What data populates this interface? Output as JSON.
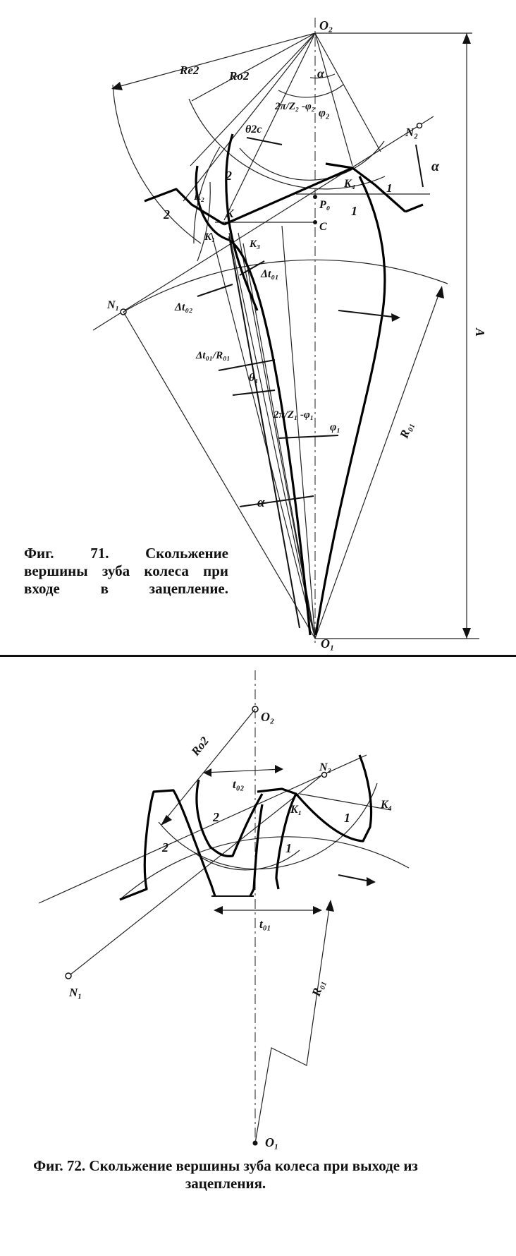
{
  "figure71": {
    "caption": "Фиг. 71. Скольжение вершины зуба колеса при входе в зацепление.",
    "labels": {
      "O2": "O₂",
      "O1": "O₁",
      "Re2": "Re2",
      "Ro2": "Ro2",
      "alpha_top": "α",
      "twopi_z2": "2π/Z₂ -φ₂",
      "phi2": "φ₂",
      "theta2c": "θ2c",
      "N2": "N₂",
      "alpha_right": "α",
      "K4": "K₄",
      "one_a": "1",
      "one_b": "1",
      "two_a": "2",
      "two_b": "2",
      "K2": "K₂",
      "K": "K",
      "P0": "P₀",
      "C": "C",
      "K1": "K₁",
      "K3": "K₃",
      "dt01": "Δt₀₁",
      "dt02": "Δt₀₂",
      "N1": "N₁",
      "dt01_over_R01": "Δt₀₁/R₀₁",
      "theta1": "θ₁",
      "twopi_z1": "2π/Z₁ -φ₁",
      "phi1": "φ₁",
      "R01": "R₀₁",
      "alpha_bottom": "α",
      "A": "A"
    }
  },
  "figure72": {
    "caption": "Фиг. 72. Скольжение вершины зуба колеса при выходе из зацепления.",
    "labels": {
      "O2": "O₂",
      "Ro2": "Ro2",
      "t02": "t₀₂",
      "N2": "N₂",
      "K1": "K₁",
      "K4": "K₄",
      "two_a": "2",
      "two_b": "2",
      "one_a": "1",
      "one_b": "1",
      "t01": "t₀₁",
      "N1": "N₁",
      "R01": "R₀₁",
      "O1": "O₁"
    }
  }
}
